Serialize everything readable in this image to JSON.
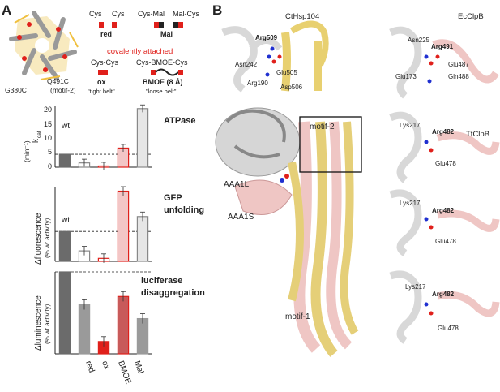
{
  "panel_a": {
    "label": "A",
    "schematic": {
      "mutations": [
        "G380C",
        "Q491C",
        "(motif-2)"
      ]
    },
    "legend": {
      "cys_left": "Cys",
      "cys_right": "Cys",
      "red": "red",
      "cysmal": "Cys-Mal",
      "malcys": "Mal-Cys",
      "mal": "Mal",
      "covalently": "covalently attached",
      "cyscys": "Cys-Cys",
      "ox": "ox",
      "tight": "\"tight belt\"",
      "bmoe_full": "Cys-BMOE-Cys",
      "bmoe": "BMOE (8 Å)",
      "loose": "\"loose belt\""
    },
    "categories": [
      "red",
      "ox",
      "BMOE",
      "Mal"
    ],
    "colors": {
      "wt": "#6b6b6b",
      "red": "#e0201b",
      "bmoe_fill": "#f3c6c6",
      "mal": "#9a9a9a",
      "light": "#e6e6e6"
    }
  },
  "chart_data": [
    {
      "type": "bar",
      "title": "ATPase",
      "ylabel_main": "k",
      "ylabel_sub": "cat",
      "ylabel_unit": "(min⁻¹)",
      "series_label": "wt",
      "ylim": [
        0,
        20
      ],
      "yticks": [
        "0",
        "5",
        "10",
        "15",
        "20"
      ],
      "categories": [
        "wt",
        "red",
        "ox",
        "BMOE",
        "Mal"
      ],
      "values": [
        4.2,
        1.4,
        0.4,
        6.2,
        19
      ]
    },
    {
      "type": "bar",
      "title": "GFP",
      "title2": "unfolding",
      "ylabel": "Δfluorescence",
      "ylabel2": "(% wt activity)",
      "series_label": "wt",
      "ylim": [
        0,
        2.5
      ],
      "categories": [
        "wt",
        "red",
        "ox",
        "BMOE",
        "Mal"
      ],
      "values": [
        1,
        0.35,
        0.1,
        2.35,
        1.5
      ]
    },
    {
      "type": "bar",
      "title": "luciferase",
      "title2": "disaggregation",
      "ylabel": "Δluminescence",
      "ylabel2": "(% wt activity)",
      "ylim": [
        0,
        1.0
      ],
      "categories": [
        "wt",
        "red",
        "ox",
        "BMOE",
        "Mal"
      ],
      "values": [
        1.0,
        0.6,
        0.15,
        0.7,
        0.43
      ]
    }
  ],
  "panel_b": {
    "label": "B",
    "main_labels": {
      "motif2": "motif-2",
      "aaa1l": "AAA1L",
      "aaa1s": "AAA1S",
      "motif1": "motif-1"
    },
    "cthsp": {
      "title": "CtHsp104",
      "r509": "Arg509",
      "n242": "Asn242",
      "e505": "Glu505",
      "d506": "Asp506",
      "r190": "Arg190"
    },
    "ecclpb": {
      "title": "EcClpB",
      "n225": "Asn225",
      "r491": "Arg491",
      "e487": "Glu487",
      "e173": "Glu173",
      "q488": "Gln488"
    },
    "ttclpb1": {
      "title": "TtClpB",
      "k217": "Lys217",
      "r482": "Arg482",
      "e478": "Glu478"
    },
    "ttclpb2": {
      "k217": "Lys217",
      "r482": "Arg482",
      "e478": "Glu478"
    },
    "ttclpb3": {
      "k217": "Lys217",
      "r482": "Arg482",
      "e478": "Glu478"
    }
  }
}
